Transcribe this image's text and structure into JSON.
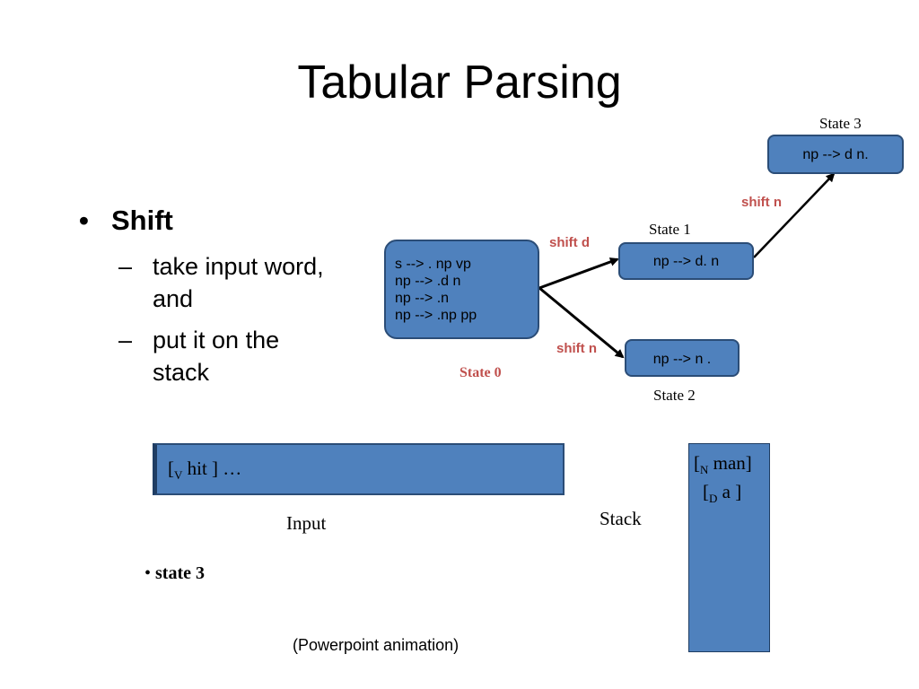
{
  "slide": {
    "title": "Tabular Parsing",
    "bullet": "Shift",
    "subbullets": [
      {
        "dash": "–",
        "text": "take input word, and"
      },
      {
        "dash": "–",
        "text": "put it on the stack"
      }
    ],
    "footer": "(Powerpoint animation)"
  },
  "states": {
    "state0": {
      "label": "State 0",
      "rules": [
        "s --> . np vp",
        "np --> .d n",
        "np --> .n",
        "np --> .np pp"
      ]
    },
    "state1": {
      "label": "State 1",
      "rule": "np --> d. n"
    },
    "state2": {
      "label": "State 2",
      "rule": "np --> n ."
    },
    "state3": {
      "label": "State 3",
      "rule": "np --> d n."
    }
  },
  "transitions": {
    "shift_d": "shift d",
    "shift_n_lower": "shift n",
    "shift_n_upper": "shift n"
  },
  "input": {
    "label": "Input",
    "open": "[",
    "sub": "V",
    "word": " hit ] …"
  },
  "stack": {
    "label": "Stack",
    "items": [
      {
        "open": "[",
        "sub": "N",
        "word": " man]"
      },
      {
        "open": "[",
        "sub": "D",
        "word": " a ]"
      }
    ]
  },
  "note": {
    "bullet": "•",
    "text": "state 3"
  },
  "colors": {
    "box_fill": "#4f81bd",
    "box_border": "#2b4d77",
    "shift_label": "#c0504d"
  }
}
